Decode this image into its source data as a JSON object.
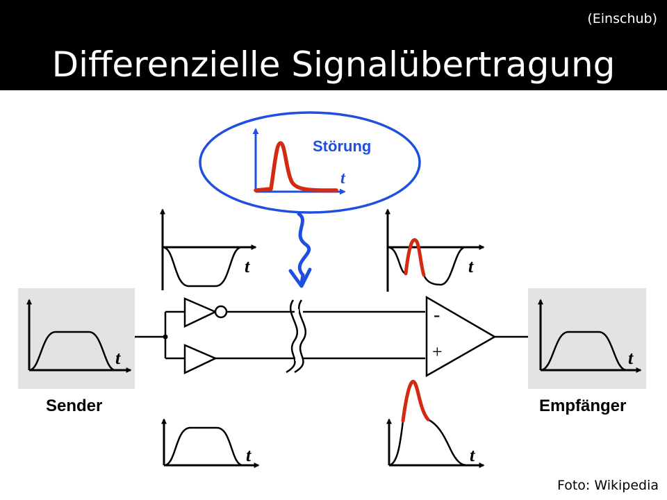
{
  "header": {
    "subtitle": "(Einschub)",
    "title": "Differenzielle Signalübertragung"
  },
  "diagram": {
    "disturbance_label": "Störung",
    "time_symbol": "t",
    "minus_symbol": "-",
    "plus_symbol": "+",
    "sender_label": "Sender",
    "receiver_label": "Empfänger"
  },
  "footer": {
    "credit": "Foto: Wikipedia"
  },
  "colors": {
    "header_bg": "#000000",
    "disturbance_blue": "#1f4fe0",
    "noise_red": "#d42a12",
    "panel_gray": "#e3e3e3"
  }
}
